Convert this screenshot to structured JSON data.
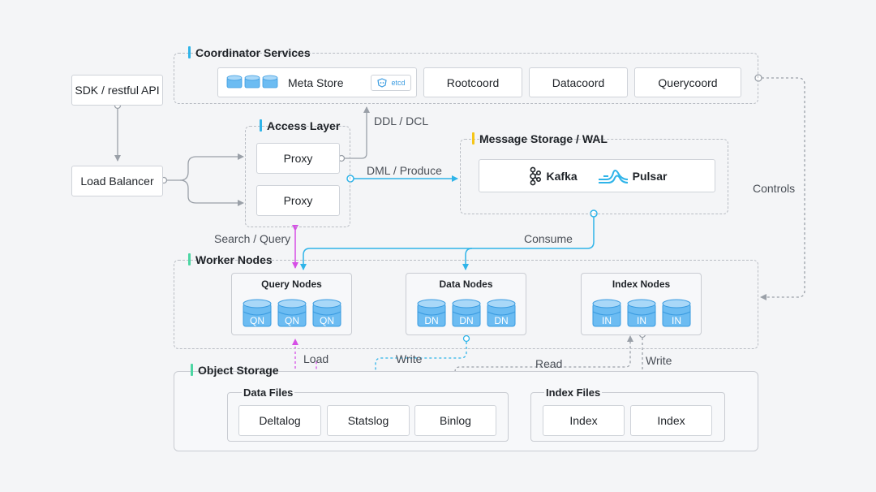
{
  "coordinator": {
    "title": "Coordinator Services",
    "meta_store": "Meta Store",
    "etcd": "etcd",
    "rootcoord": "Rootcoord",
    "datacoord": "Datacoord",
    "querycoord": "Querycoord"
  },
  "sdk": "SDK / restful API",
  "load_balancer": "Load Balancer",
  "access_layer": {
    "title": "Access Layer",
    "proxy1": "Proxy",
    "proxy2": "Proxy"
  },
  "message_storage": {
    "title": "Message Storage / WAL",
    "kafka": "Kafka",
    "pulsar": "Pulsar"
  },
  "worker_nodes": {
    "title": "Worker Nodes",
    "query_nodes": {
      "title": "Query Nodes",
      "items": [
        "QN",
        "QN",
        "QN"
      ]
    },
    "data_nodes": {
      "title": "Data Nodes",
      "items": [
        "DN",
        "DN",
        "DN"
      ]
    },
    "index_nodes": {
      "title": "Index Nodes",
      "items": [
        "IN",
        "IN",
        "IN"
      ]
    }
  },
  "object_storage": {
    "title": "Object Storage",
    "data_files": {
      "title": "Data Files",
      "items": [
        "Deltalog",
        "Statslog",
        "Binlog"
      ]
    },
    "index_files": {
      "title": "Index Files",
      "items": [
        "Index",
        "Index"
      ]
    }
  },
  "edges": {
    "ddl_dcl": "DDL / DCL",
    "dml_produce": "DML / Produce",
    "controls": "Controls",
    "search_query": "Search / Query",
    "consume": "Consume",
    "load": "Load",
    "write_data": "Write",
    "read": "Read",
    "write_index": "Write"
  },
  "colors": {
    "accent_blue": "#2fb4e9",
    "accent_yellow": "#f5c518",
    "accent_green": "#4cd6a3",
    "magenta": "#d64fe6",
    "db_fill": "#6cbcf2",
    "db_top": "#a9d8f8"
  }
}
